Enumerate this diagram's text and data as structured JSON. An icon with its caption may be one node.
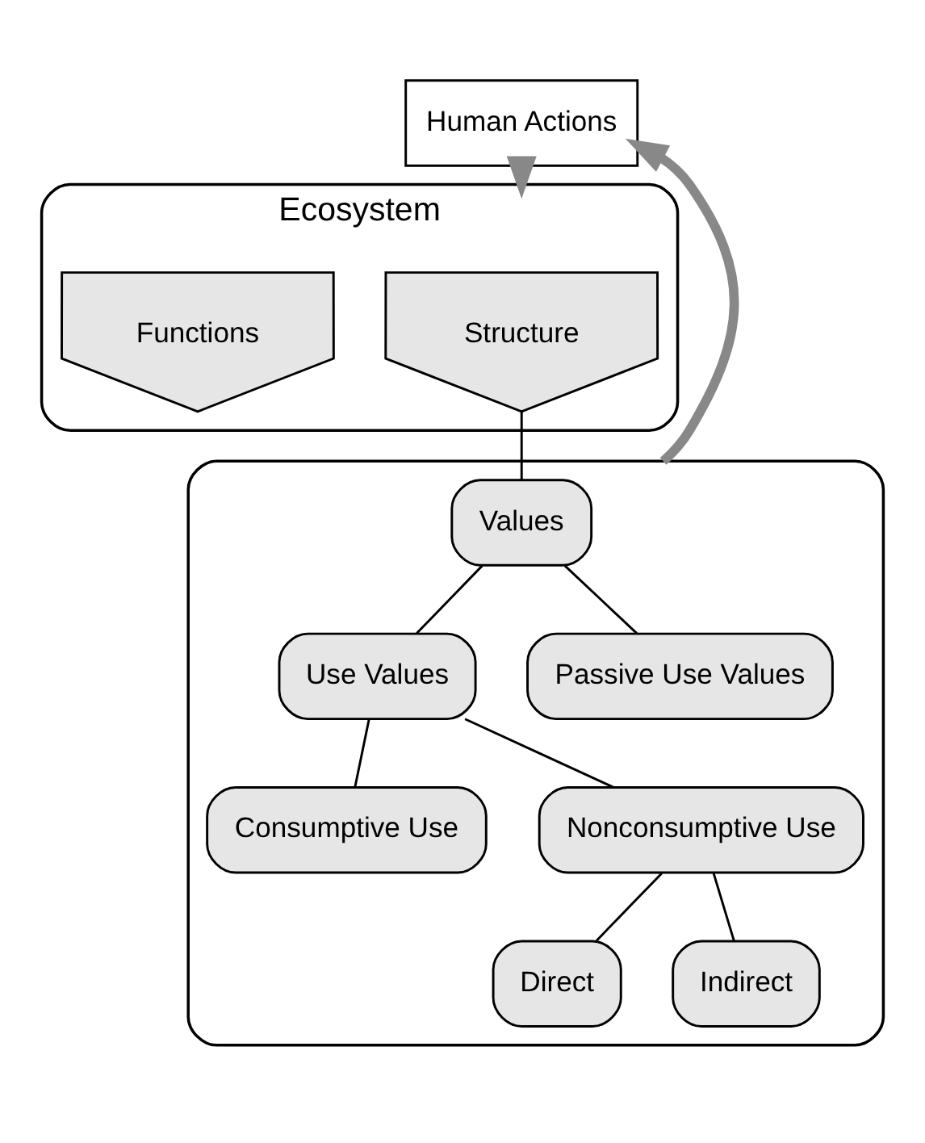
{
  "diagram": {
    "nodes": [
      {
        "text": [
          "Ecosystem"
        ]
      },
      {
        "text": [
          "Structure"
        ],
        "in": 0
      },
      {
        "text": [
          "Functions"
        ],
        "in": 0
      },
      {
        "text": [
          "Human Actions"
        ]
      },
      {
        "text": [],
        "shape": "box"
      },
      {
        "text": [
          "Values"
        ],
        "in": 4
      },
      {
        "text": [
          "Use Values"
        ],
        "in": 4
      },
      {
        "text": [
          "Passive Use Values"
        ],
        "in": 4
      },
      {
        "text": [
          "Consumptive Use"
        ],
        "in": 4
      },
      {
        "text": [
          "Nonconsumptive Use"
        ],
        "in": 4
      },
      {
        "text": [
          "Direct"
        ],
        "in": 4
      },
      {
        "text": [
          "Indirect"
        ],
        "in": 4
      }
    ],
    "edges": [
      {
        "from": 3,
        "to": 0,
        "arrow": "to",
        "style": "thick",
        "color": "#888888"
      },
      {
        "from": 4,
        "to": 3,
        "arrow": "to",
        "style": "thick",
        "color": "#888888"
      },
      {
        "from": 1,
        "to": 5,
        "arrow": "none"
      },
      {
        "from": 5,
        "to": 6,
        "arrow": "none"
      },
      {
        "from": 5,
        "to": 7,
        "arrow": "none"
      },
      {
        "from": 6,
        "to": 8,
        "arrow": "none"
      },
      {
        "from": 6,
        "to": 9,
        "arrow": "none"
      },
      {
        "from": 9,
        "to": 10,
        "arrow": "none"
      },
      {
        "from": 9,
        "to": 11,
        "arrow": "none"
      }
    ]
  }
}
